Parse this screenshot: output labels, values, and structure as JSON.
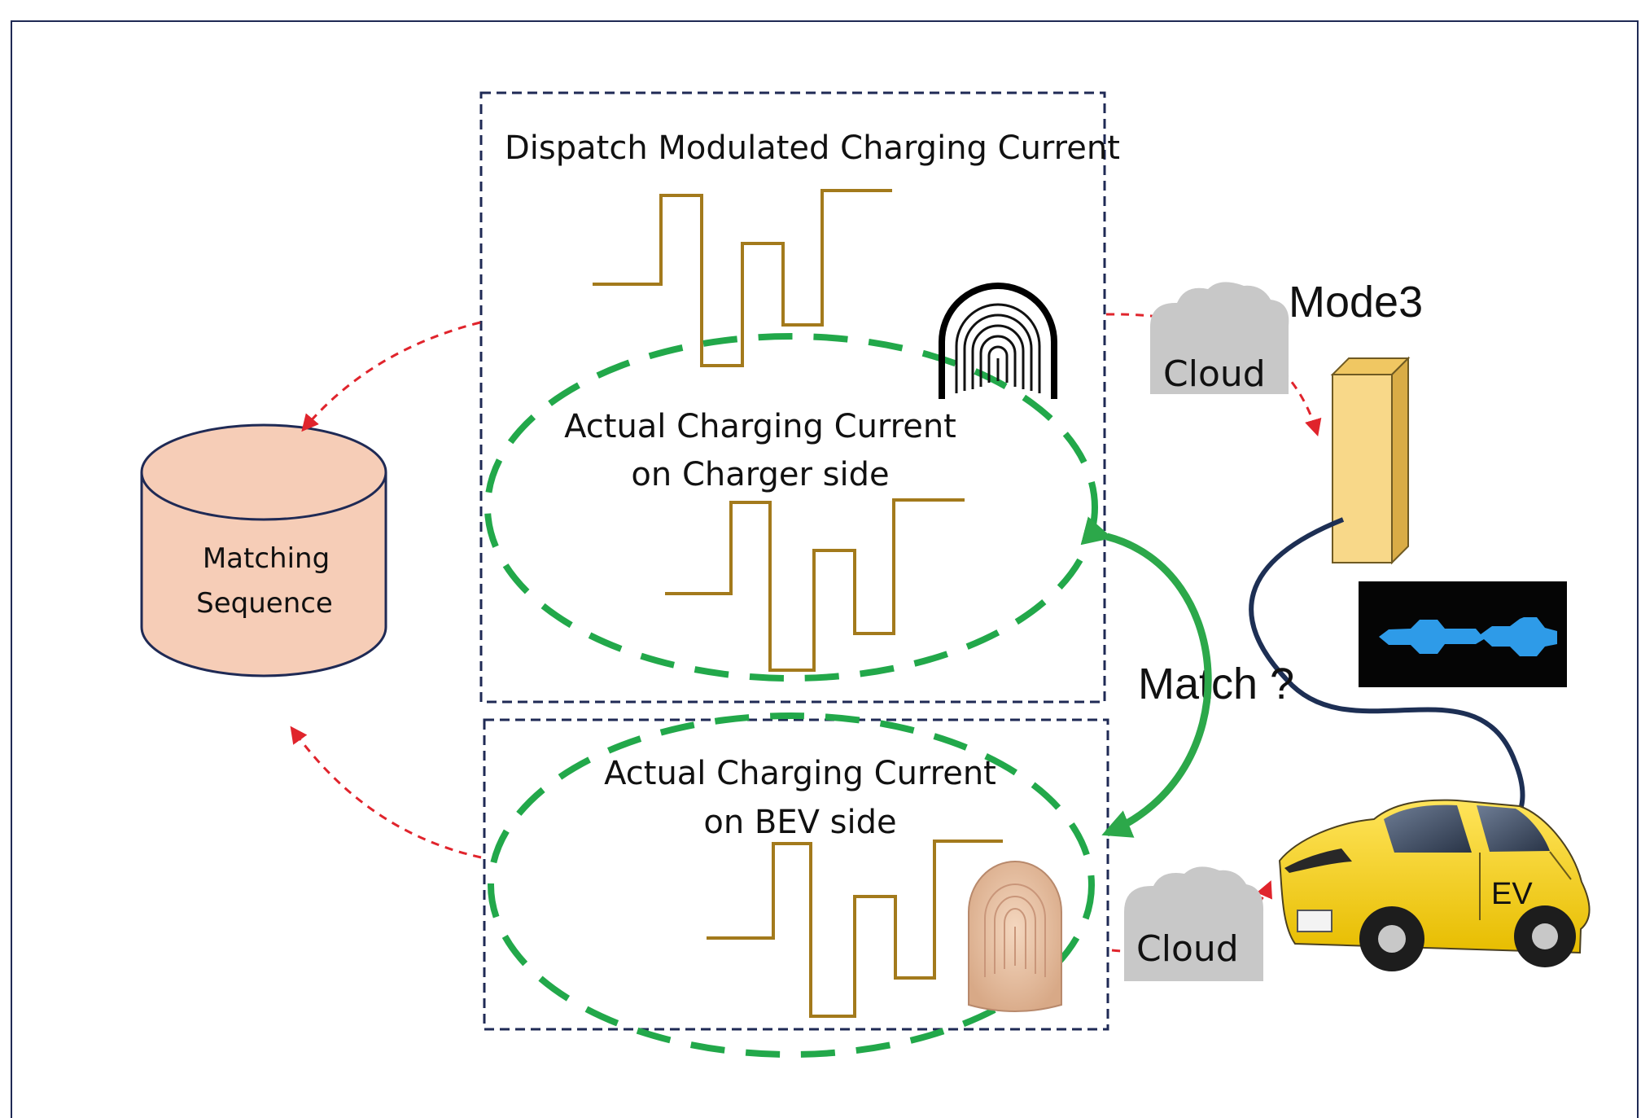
{
  "top_box": {
    "title": "Dispatch Modulated Charging Current"
  },
  "charger_side": {
    "line1": "Actual Charging Current",
    "line2": "on Charger side"
  },
  "bev_side": {
    "line1": "Actual Charging Current",
    "line2": "on BEV side"
  },
  "database": {
    "line1": "Matching",
    "line2": "Sequence"
  },
  "match_label": "Match ?",
  "mode3_label": "Mode3",
  "cloud_top_label": "Cloud",
  "cloud_bottom_label": "Cloud",
  "ev_label": "EV",
  "colors": {
    "frame": "#1f2a55",
    "box_dash": "#1f2a55",
    "waveform": "#a37a1c",
    "green_ellipse": "#22a84a",
    "red_arrow": "#e0242c",
    "database_fill": "#f6cdb7",
    "cloud_fill": "#c8c8c8",
    "charger_fill": "#f8d889",
    "car_fill": "#f4d11a",
    "scope_bg": "#050505",
    "scope_signal": "#2e9be8",
    "cable": "#1d2f54"
  }
}
